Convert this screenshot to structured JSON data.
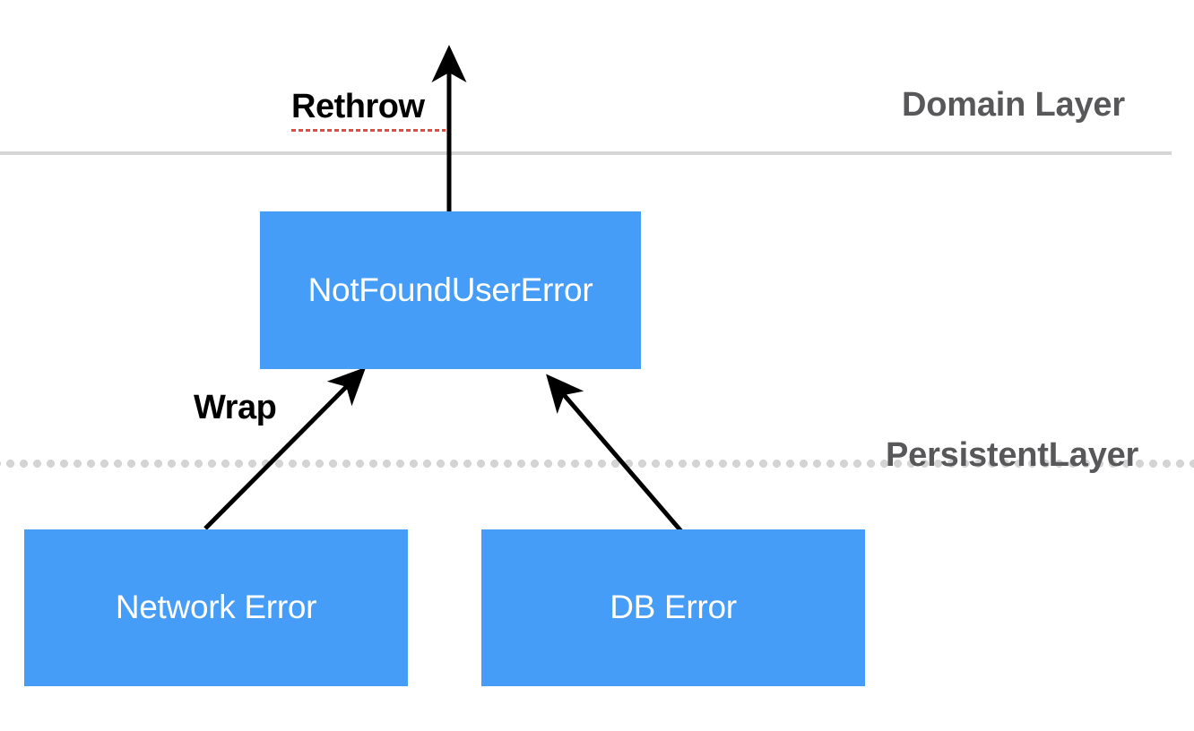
{
  "diagram": {
    "title": "Error wrapping and rethrow across layers",
    "background_color": "#ffffff",
    "box_color": "#459df7",
    "box_text_color": "#ffffff",
    "layer_label_color": "#58585a",
    "edge_label_color": "#000000",
    "spellcheck_underline_color": "#e8493f",
    "solid_divider_color": "#d6d6d6",
    "dotted_divider_color": "#d4d4d4"
  },
  "layers": {
    "domain": {
      "label": "Domain Layer",
      "divider_style": "solid"
    },
    "persistent": {
      "label": "PersistentLayer",
      "divider_style": "dotted"
    }
  },
  "boxes": {
    "notfound_user_error": {
      "label": "NotFoundUserError"
    },
    "network_error": {
      "label": "Network Error"
    },
    "db_error": {
      "label": "DB Error"
    }
  },
  "edges": {
    "rethrow": {
      "label": "Rethrow",
      "has_spellcheck_underline": true
    },
    "wrap": {
      "label": "Wrap",
      "has_spellcheck_underline": false
    }
  }
}
